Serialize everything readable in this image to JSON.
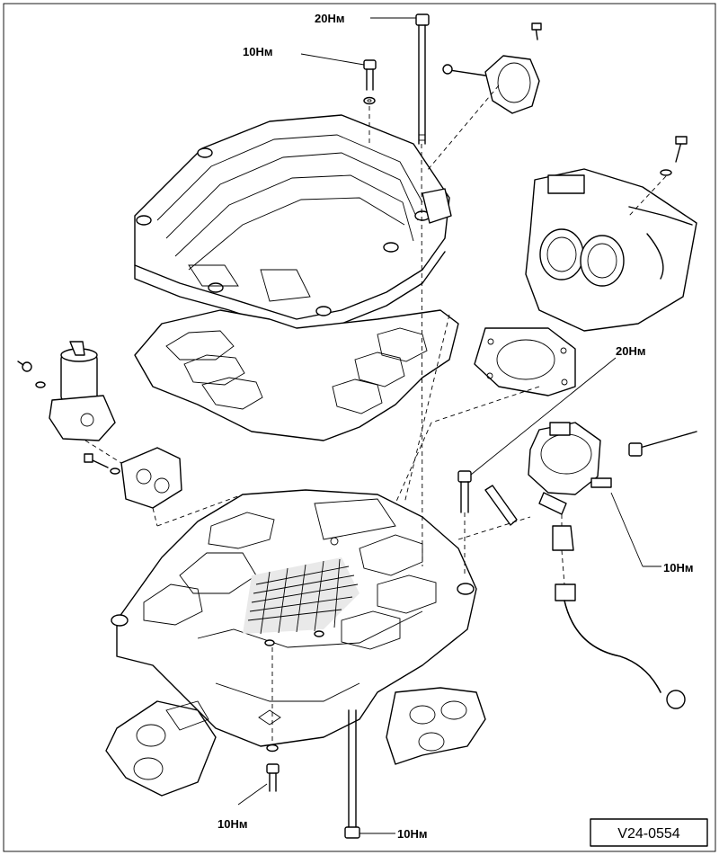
{
  "labels": {
    "torque_top_bolt": "20Нм",
    "torque_cover_bolt": "10Нм",
    "torque_egr_stud": "20Нм",
    "torque_egr_bolt": "10Нм",
    "torque_bottom_left": "10Нм",
    "torque_bottom_center": "10Нм"
  },
  "diagram_code": "V24-0554"
}
